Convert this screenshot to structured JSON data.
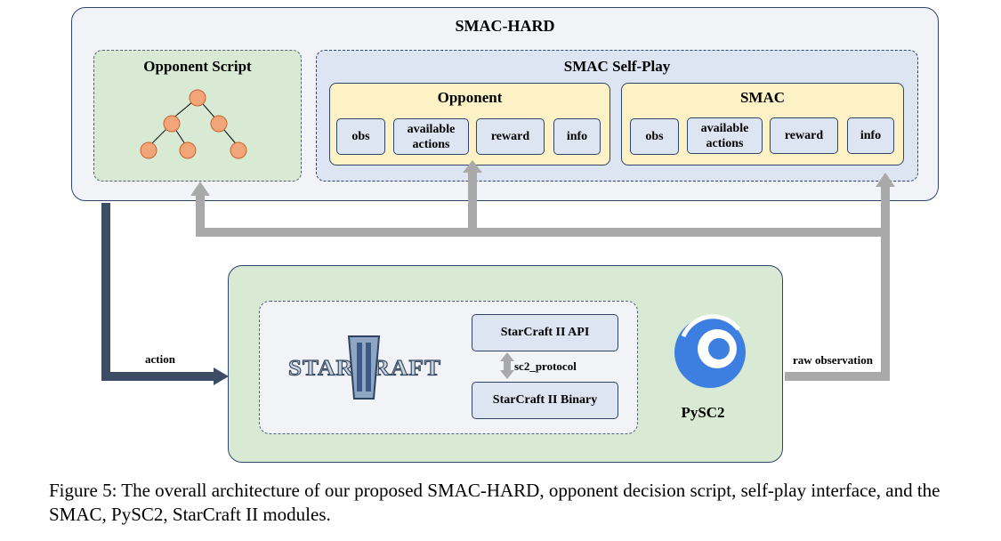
{
  "main": {
    "title": "SMAC-HARD"
  },
  "opponent_script": {
    "title": "Opponent Script"
  },
  "self_play": {
    "title": "SMAC Self-Play",
    "opponent": {
      "title": "Opponent",
      "items": [
        "obs",
        "available actions",
        "reward",
        "info"
      ]
    },
    "smac": {
      "title": "SMAC",
      "items": [
        "obs",
        "available actions",
        "reward",
        "info"
      ]
    }
  },
  "pysc2": {
    "label": "PySC2",
    "api": "StarCraft II API",
    "protocol": "sc2_protocol",
    "binary": "StarCraft II Binary",
    "logo_text": "STARCRAFT"
  },
  "arrows": {
    "action": "action",
    "raw_observation": "raw observation"
  },
  "caption": "Figure 5: The overall architecture of our proposed SMAC-HARD, opponent decision script, self-play interface, and the SMAC, PySC2, StarCraft II modules.",
  "colors": {
    "frame_border": "#2f4468",
    "green_fill": "#d9ead4",
    "blue_fill": "#dde4f2",
    "yellow_fill": "#fdf1c6",
    "tree_node": "#f3a57a",
    "action_arrow": "#3d4d66",
    "gray_arrow": "#a9a9a9",
    "pysc2_logo": "#3d7fe0"
  }
}
